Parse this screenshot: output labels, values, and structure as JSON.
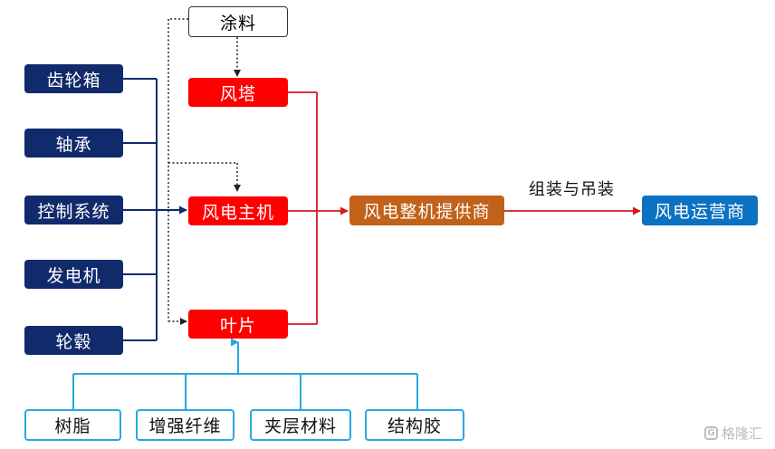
{
  "components": [
    {
      "id": "gearbox",
      "label": "齿轮箱"
    },
    {
      "id": "bearing",
      "label": "轴承"
    },
    {
      "id": "control",
      "label": "控制系统"
    },
    {
      "id": "generator",
      "label": "发电机"
    },
    {
      "id": "hub",
      "label": "轮毂"
    }
  ],
  "coating": "涂料",
  "core_parts": [
    {
      "id": "tower",
      "label": "风塔"
    },
    {
      "id": "main-unit",
      "label": "风电主机"
    },
    {
      "id": "blade",
      "label": "叶片"
    }
  ],
  "materials": [
    {
      "id": "resin",
      "label": "树脂"
    },
    {
      "id": "reinforcement",
      "label": "增强纤维"
    },
    {
      "id": "core-material",
      "label": "夹层材料"
    },
    {
      "id": "adhesive",
      "label": "结构胶"
    }
  ],
  "manufacturer": "风电整机提供商",
  "edge_label": "组装与吊装",
  "operator": "风电运营商",
  "watermark": "格隆汇",
  "colors": {
    "navy": "#112a6b",
    "red": "#ff0000",
    "orange": "#c2611a",
    "blue": "#0d71c1",
    "cyan": "#28a8e0"
  }
}
